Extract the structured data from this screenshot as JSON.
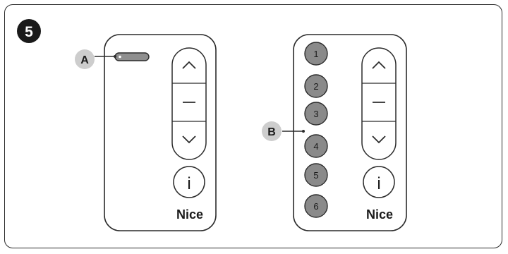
{
  "figure": {
    "step_number": "5"
  },
  "callouts": {
    "a_label": "A",
    "b_label": "B"
  },
  "remote_single": {
    "up_glyph": "∧",
    "stop_glyph": "—",
    "down_glyph": "∨",
    "info_glyph": "i",
    "brand": "Nice"
  },
  "remote_multi": {
    "channels": [
      "1",
      "2",
      "3",
      "4",
      "5",
      "6"
    ],
    "up_glyph": "∧",
    "stop_glyph": "—",
    "down_glyph": "∨",
    "info_glyph": "i",
    "brand": "Nice"
  },
  "colors": {
    "outline": "#2b2b2b",
    "channel_button_fill": "#8a8a8a",
    "callout_badge_fill": "#cdcdcd",
    "led_fill": "#8f8f8f",
    "step_badge_fill": "#1a1a1a"
  }
}
